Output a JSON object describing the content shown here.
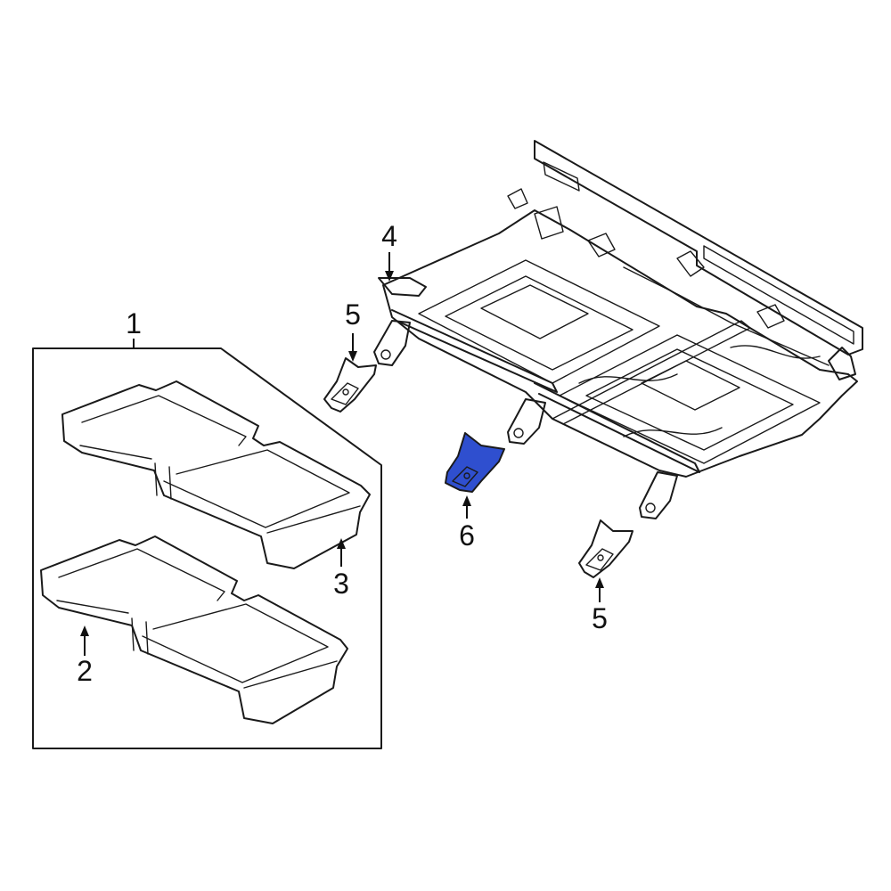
{
  "diagram": {
    "highlight_color": "#2f4fcf",
    "line_color": "#1a1a1a",
    "callouts": [
      {
        "id": "c1",
        "label": "1"
      },
      {
        "id": "c2",
        "label": "2"
      },
      {
        "id": "c3",
        "label": "3"
      },
      {
        "id": "c4",
        "label": "4"
      },
      {
        "id": "c5a",
        "label": "5"
      },
      {
        "id": "c5b",
        "label": "5"
      },
      {
        "id": "c6",
        "label": "6"
      }
    ],
    "highlighted_part": "6"
  }
}
